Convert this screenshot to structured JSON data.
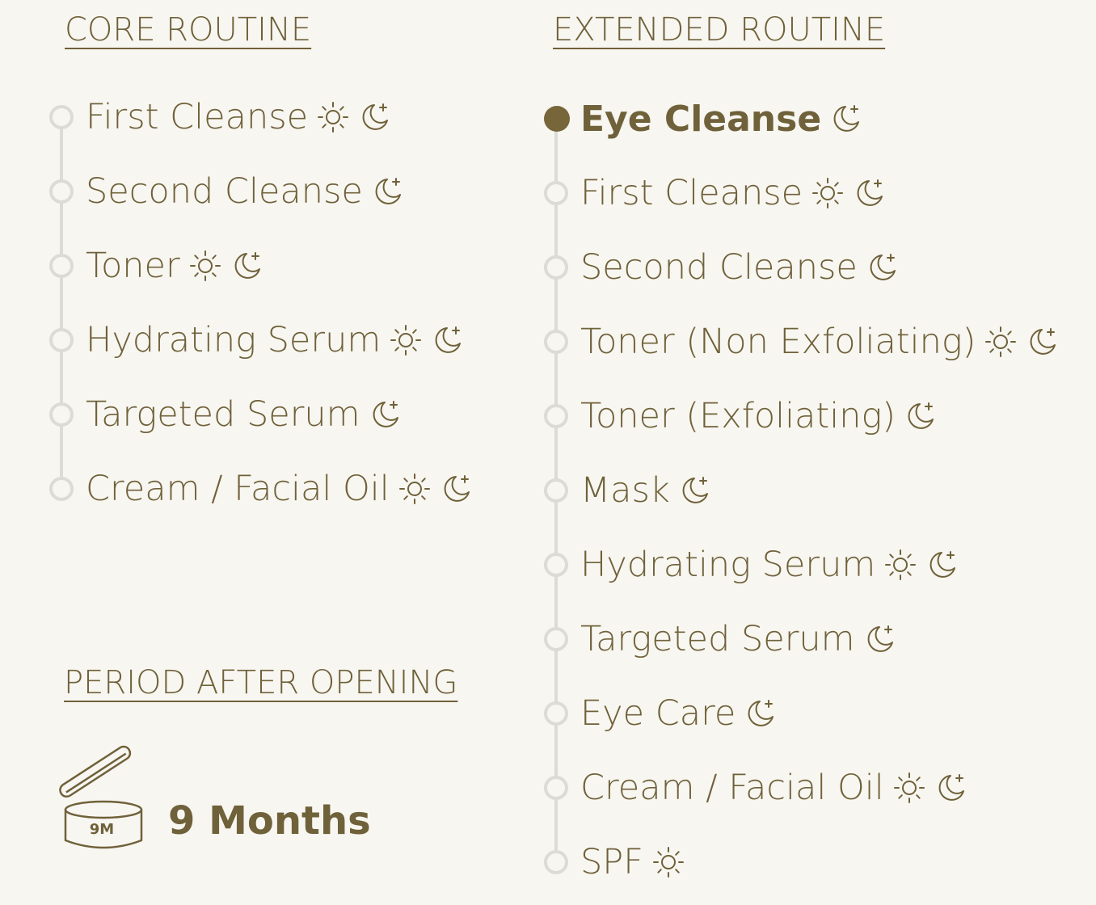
{
  "colors": {
    "background": "#f8f6f1",
    "accent": "#77663a",
    "rail": "#dcdbd6"
  },
  "core": {
    "heading": "CORE ROUTINE",
    "steps": [
      {
        "label": "First Cleanse",
        "icons": [
          "sun-icon",
          "moon-icon"
        ]
      },
      {
        "label": "Second Cleanse",
        "icons": [
          "moon-icon"
        ]
      },
      {
        "label": "Toner",
        "icons": [
          "sun-icon",
          "moon-icon"
        ]
      },
      {
        "label": "Hydrating Serum",
        "icons": [
          "sun-icon",
          "moon-icon"
        ]
      },
      {
        "label": "Targeted Serum",
        "icons": [
          "moon-icon"
        ]
      },
      {
        "label": "Cream / Facial Oil",
        "icons": [
          "sun-icon",
          "moon-icon"
        ]
      }
    ]
  },
  "extended": {
    "heading": "EXTENDED ROUTINE",
    "active_index": 0,
    "steps": [
      {
        "label": "Eye Cleanse",
        "icons": [
          "moon-icon"
        ]
      },
      {
        "label": "First Cleanse",
        "icons": [
          "sun-icon",
          "moon-icon"
        ]
      },
      {
        "label": "Second Cleanse",
        "icons": [
          "moon-icon"
        ]
      },
      {
        "label": "Toner (Non Exfoliating)",
        "icons": [
          "sun-icon",
          "moon-icon"
        ]
      },
      {
        "label": "Toner (Exfoliating)",
        "icons": [
          "moon-icon"
        ]
      },
      {
        "label": "Mask",
        "icons": [
          "moon-icon"
        ]
      },
      {
        "label": "Hydrating Serum",
        "icons": [
          "sun-icon",
          "moon-icon"
        ]
      },
      {
        "label": "Targeted Serum",
        "icons": [
          "moon-icon"
        ]
      },
      {
        "label": "Eye Care",
        "icons": [
          "moon-icon"
        ]
      },
      {
        "label": "Cream / Facial Oil",
        "icons": [
          "sun-icon",
          "moon-icon"
        ]
      },
      {
        "label": "SPF",
        "icons": [
          "sun-icon"
        ]
      }
    ]
  },
  "pao": {
    "heading": "PERIOD AFTER OPENING",
    "icon_label": "9M",
    "icon": "open-jar-icon",
    "value": "9 Months"
  }
}
